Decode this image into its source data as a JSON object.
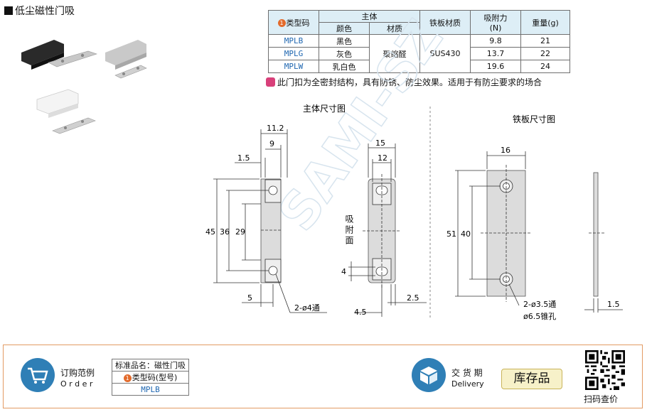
{
  "page_title": "低尘磁性门吸",
  "spec_table": {
    "col_type": "类型码",
    "col_type_badge": "1",
    "col_body": "主体",
    "col_color": "颜色",
    "col_material": "材质",
    "col_plate_material": "铁板材质",
    "col_force": "吸附力",
    "col_force_unit": "(N)",
    "col_weight": "重量(g)",
    "body_material": "聚缩醛",
    "plate_material": "SUS430",
    "rows": [
      {
        "code": "MPLB",
        "color": "黑色",
        "force": "9.8",
        "weight": "21"
      },
      {
        "code": "MPLG",
        "color": "灰色",
        "force": "13.7",
        "weight": "22"
      },
      {
        "code": "MPLW",
        "color": "乳白色",
        "force": "19.6",
        "weight": "24"
      }
    ]
  },
  "note": "此门扣为全密封结构，具有防锈、防尘效果。适用于有防尘要求的场合",
  "drawing_body": {
    "title": "主体尺寸图",
    "dims": {
      "w_total": "11.2",
      "w_inner": "9",
      "offset": "1.5",
      "h_total": "45",
      "h_pitch": "36",
      "h_body": "29",
      "bottom_w": "5",
      "hole": "2-ø4通",
      "front_w": "15",
      "front_inner": "12",
      "face_label": "吸附面",
      "slot": "4",
      "bottom_off": "4.5",
      "thick": "2.5"
    }
  },
  "drawing_plate": {
    "title": "铁板尺寸图",
    "dims": {
      "w": "16",
      "h_total": "51",
      "h_pitch": "40",
      "hole": "2-ø3.5通",
      "csk": "ø6.5锥孔",
      "thick": "1.5"
    }
  },
  "watermark": "SAMI-SZ",
  "order": {
    "title_cn": "订购范例",
    "title_en": "O r d e r",
    "std_name_label": "标准品名：磁性门吸",
    "type_label": "类型码(型号)",
    "type_badge": "1",
    "example_code": "MPLB"
  },
  "delivery": {
    "title_cn": "交 货 期",
    "title_en": "Delivery",
    "stock_label": "库存品"
  },
  "qr": {
    "label": "扫码查价"
  },
  "colors": {
    "header_bg": "#ddeef6",
    "code_blue": "#1e66b0",
    "badge_orange": "#e36b2c",
    "note_pink": "#d8407a",
    "border_orange": "#e39b63",
    "icon_blue": "#2f7fb6"
  }
}
